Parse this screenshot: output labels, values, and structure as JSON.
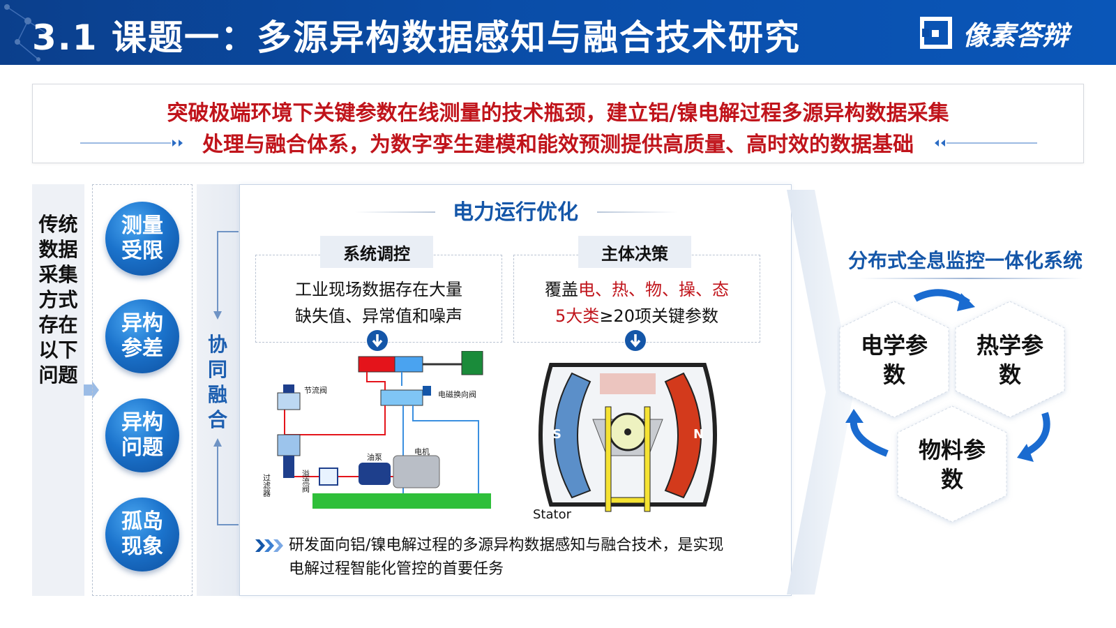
{
  "header": {
    "title": "3.1  课题一：多源异构数据感知与融合技术研究",
    "logo_text": "像素答辩"
  },
  "goal": {
    "line1": "突破极端环境下关键参数在线测量的技术瓶颈，建立铝/镍电解过程多源异构数据采集",
    "line2": "处理与融合体系，为数字孪生建模和能效预测提供高质量、高时效的数据基础"
  },
  "left_panel": {
    "vertical_text": "传统数据采集方式存在以下问题",
    "issues": [
      {
        "label": "测量受限"
      },
      {
        "label": "异构参差"
      },
      {
        "label": "异构问题"
      },
      {
        "label": "孤岛现象"
      }
    ],
    "fusion_label": "协同融合"
  },
  "center": {
    "title": "电力运行优化",
    "box_left": {
      "tag": "系统调控",
      "line1": "工业现场数据存在大量",
      "line2": "缺失值、异常值和噪声"
    },
    "box_right": {
      "tag": "主体决策",
      "pre": "覆盖",
      "highlight1": "电、热、物、操、态",
      "highlight2": "5大类",
      "post": "≥20项关键参数"
    },
    "hydraulic_labels": {
      "throttle": "节流阀",
      "solenoid": "电磁换向阀",
      "filter": "过滤器",
      "relief": "溢流阀",
      "pump": "油泵",
      "motor": "电机"
    },
    "motor_labels": {
      "s": "S",
      "n": "N",
      "stator": "Stator"
    },
    "note_line1": "研发面向铝/镍电解过程的多源异构数据感知与融合技术，是实现",
    "note_line2": "电解过程智能化管控的首要任务"
  },
  "right_panel": {
    "title": "分布式全息监控一体化系统",
    "hex": [
      {
        "label": "电学参数"
      },
      {
        "label": "热学参数"
      },
      {
        "label": "物料参数"
      }
    ]
  },
  "colors": {
    "header_blue": "#0a4da8",
    "accent_red": "#c0141b",
    "title_blue": "#1456a8"
  }
}
